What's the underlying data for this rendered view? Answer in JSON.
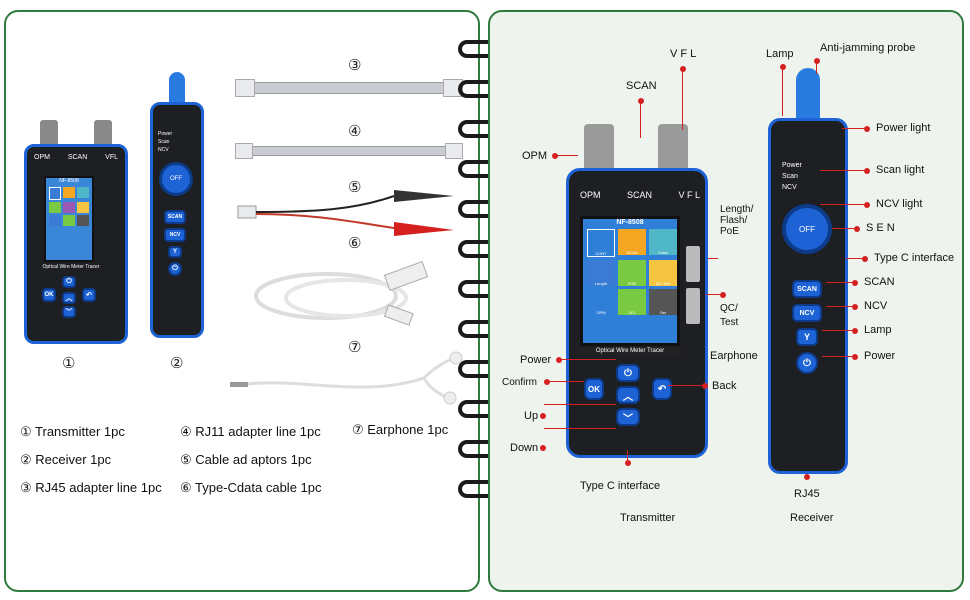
{
  "left": {
    "accessories": [
      {
        "num": "③",
        "name": "rj45-cable"
      },
      {
        "num": "④",
        "name": "rj11-cable"
      },
      {
        "num": "⑤",
        "name": "clip-adapter"
      },
      {
        "num": "⑥",
        "name": "usb-typec-cable"
      },
      {
        "num": "⑦",
        "name": "earphone"
      }
    ],
    "transmitter_num": "①",
    "receiver_num": "②",
    "transmitter_top_labels": {
      "opm": "OPM",
      "scan": "SCAN",
      "vfl": "VFL"
    },
    "transmitter_screen_title": "NF-8508",
    "transmitter_screen_footer": "Optical Wire Meter Tracer",
    "receiver_buttons": {
      "scan": "SCAN",
      "ncv": "NCV",
      "lamp": "Y"
    },
    "receiver_lights": {
      "power": "Power",
      "scan": "Scan",
      "ncv": "NCV"
    },
    "receiver_dial": "OFF",
    "list": [
      "① Transmitter 1pc",
      "② Receiver 1pc",
      "③ RJ45 adapter line 1pc",
      "④ RJ11 adapter line 1pc",
      "⑤ Cable ad aptors 1pc",
      "⑥ Type-Cdata cable 1pc",
      "⑦ Earphone 1pc"
    ]
  },
  "right": {
    "labels": {
      "vfl": "V F L",
      "scan": "SCAN",
      "opm": "OPM",
      "length": "Length/\nFlash/\nPoE",
      "qc": "QC/\nTest",
      "earphone": "Earphone",
      "power": "Power",
      "confirm": "Confirm",
      "up": "Up",
      "down": "Down",
      "back": "Back",
      "typec": "Type C interface",
      "transmitter": "Transmitter",
      "lamp_top": "Lamp",
      "anti": "Anti-jamming probe",
      "power_light": "Power light",
      "scan_light": "Scan light",
      "ncv_light": "NCV light",
      "sen": "S E N",
      "typec2": "Type C interface",
      "scan_btn": "SCAN",
      "ncv_btn": "NCV",
      "lamp_btn": "Lamp",
      "power_btn": "Power",
      "rj45": "RJ45",
      "receiver": "Receiver"
    },
    "device_top": {
      "opm": "OPM",
      "scan": "SCAN",
      "vfl": "V F L"
    },
    "screen": {
      "title": "NF-8508",
      "cells": [
        "CONT",
        "SCAN",
        "Flash",
        "Length",
        "POE",
        "QC Test",
        "OPM",
        "VFL",
        "Set"
      ],
      "footer": "Optical Wire Meter Tracer"
    },
    "receiver_lights": {
      "power": "Power",
      "scan": "Scan",
      "ncv": "NCV"
    },
    "receiver_buttons": {
      "scan": "SCAN",
      "ncv": "NCV"
    },
    "receiver_dial": "OFF"
  },
  "colors": {
    "frame": "#2f7a3c",
    "accent": "#1e63d6",
    "pointer": "#d62020",
    "body": "#1d1f23"
  }
}
